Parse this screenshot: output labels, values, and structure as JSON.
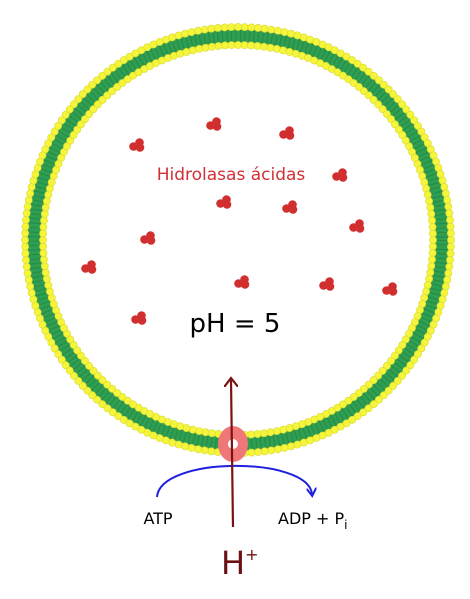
{
  "enzyme_label": "Hidrolasas ácidas",
  "ph_label": "pH = 5",
  "atp_label": "ATP",
  "adp_label": "ADP + P",
  "adp_subscript": "i",
  "proton_label": "H",
  "proton_superscript": "+",
  "colors": {
    "membrane_outer": "#f5f53c",
    "membrane_inner": "#2e9e52",
    "enzyme": "#d12f2f",
    "enzyme_text": "#d22f36",
    "pump": "#ef7777",
    "arrow_proton": "#7a1414",
    "arrow_atp": "#1f1fe0",
    "text": "#000000",
    "proton_text": "#6b1010"
  }
}
